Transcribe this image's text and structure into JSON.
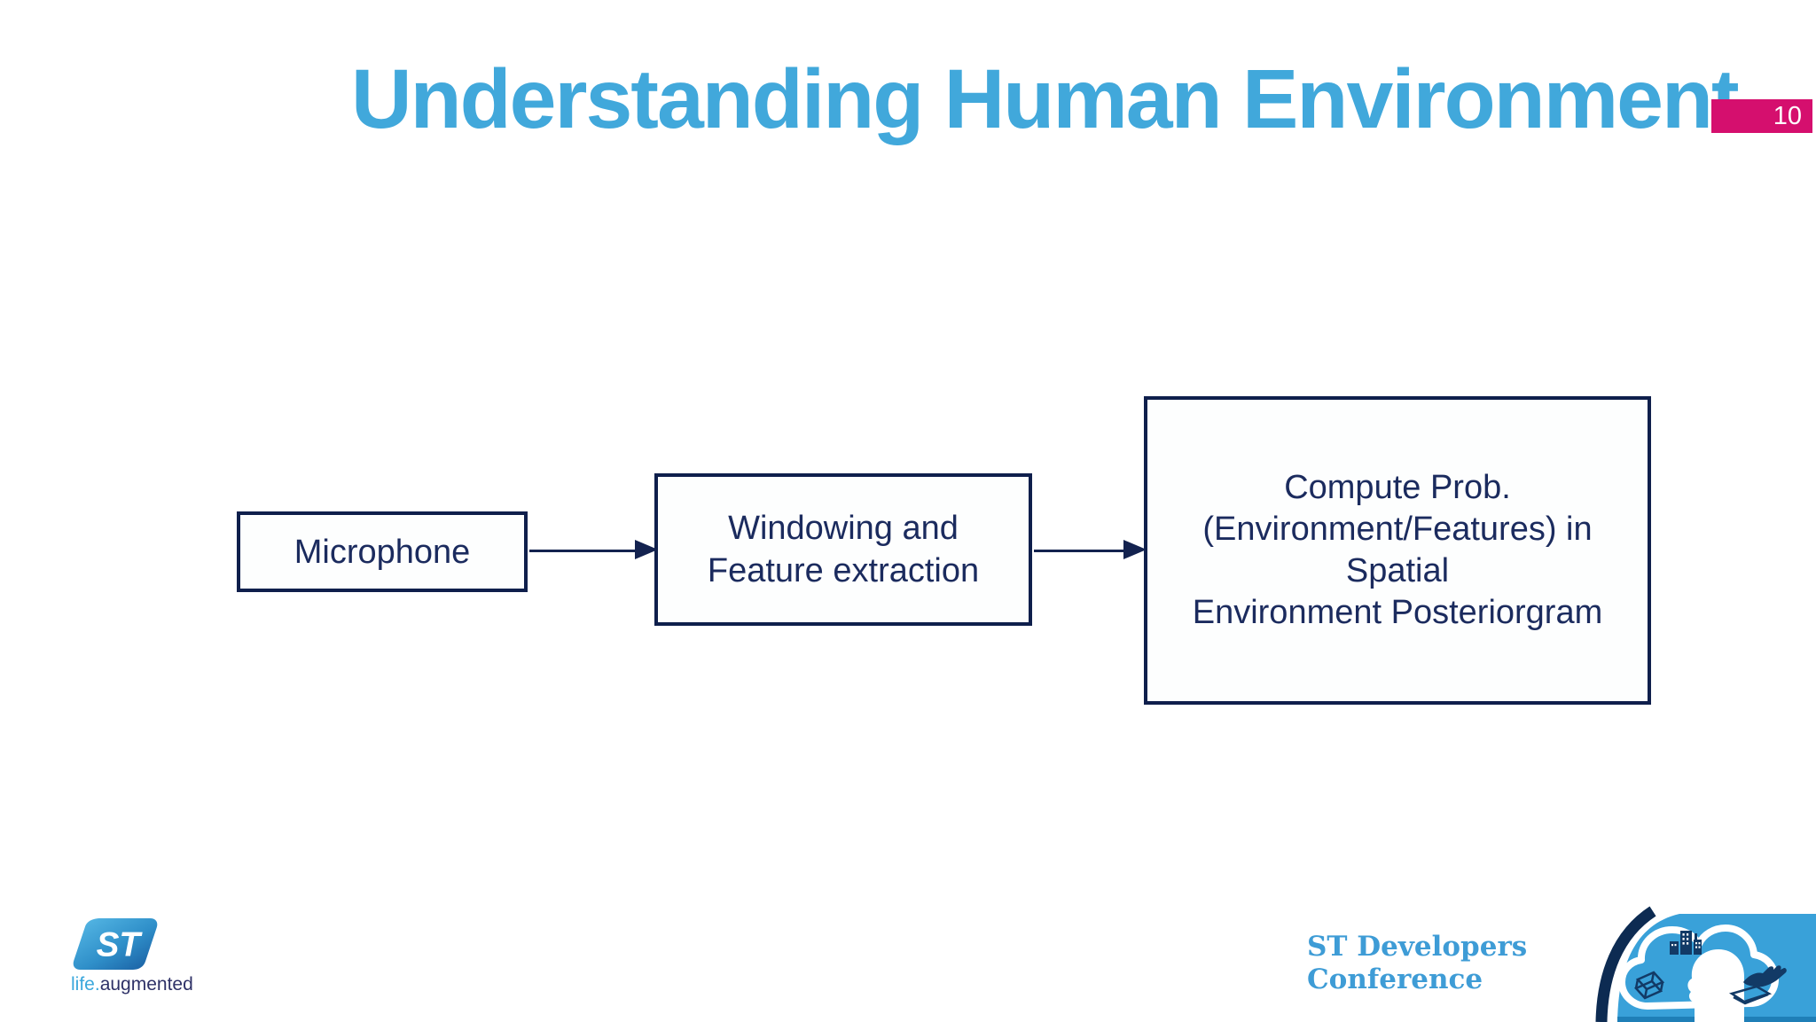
{
  "slide": {
    "title": "Understanding Human Environment",
    "page_number": "10"
  },
  "diagram": {
    "box1": {
      "label": "Microphone"
    },
    "box2": {
      "line1": "Windowing and",
      "line2": "Feature extraction"
    },
    "box3": {
      "line1": "Compute Prob.",
      "line2": "(Environment/Features) in",
      "line3": "Spatial",
      "line4": "Environment Posteriorgram"
    }
  },
  "footer": {
    "st_logo_text": "ST",
    "tagline_life": "life.",
    "tagline_augmented": "augmented",
    "conference_line1": "ST Developers",
    "conference_line2": "Conference"
  },
  "icons": {
    "st_logo": "st-swoosh-logo",
    "cloud": "cloud-with-human-head",
    "buildings": "city-buildings",
    "cube": "wireframe-cube",
    "hand": "hand-over-device"
  },
  "colors": {
    "title_blue": "#41a8db",
    "badge_pink": "#d50f6e",
    "diagram_navy": "#13224f",
    "box_text_navy": "#1b2b5e",
    "conference_blue": "#3e9cd6",
    "st_light_blue": "#3aa7dc",
    "st_dark_indigo": "#2e3167",
    "cloud_panel_blue": "#39a1d9",
    "icon_navy": "#123a66"
  }
}
